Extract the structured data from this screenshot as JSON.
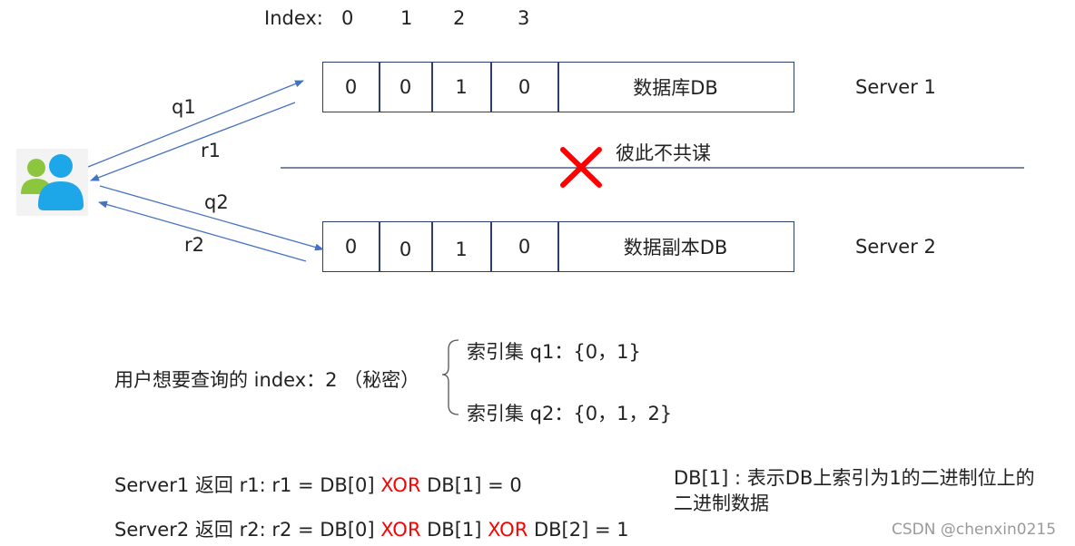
{
  "index_header": {
    "label": "Index:",
    "values": [
      "0",
      "1",
      "2",
      "3"
    ]
  },
  "server1": {
    "cells": [
      "0",
      "0",
      "1",
      "0"
    ],
    "db_label": "数据库DB",
    "name": "Server 1"
  },
  "server2": {
    "cells": [
      "0",
      "0",
      "1",
      "0"
    ],
    "db_label": "数据副本DB",
    "name": "Server 2"
  },
  "queries": {
    "q1": "q1",
    "r1": "r1",
    "q2": "q2",
    "r2": "r2"
  },
  "no_collusion": "彼此不共谋",
  "user_query": "用户想要查询的 index：2 （秘密）",
  "index_sets": {
    "set1": "索引集 q1：{0，1}",
    "set2": "索引集 q2：{0，1，2}"
  },
  "returns": {
    "line1": {
      "prefix": "Server1 返回 r1:   r1 = DB[0] ",
      "xor1": "XOR",
      "middle": "  DB[1] = 0"
    },
    "line2": {
      "prefix": "Server2 返回 r2:   r2 = DB[0] ",
      "xor1": "XOR",
      "middle": "  DB[1] ",
      "xor2": "XOR",
      "suffix": " DB[2] = 1"
    }
  },
  "note": {
    "line1": "DB[1] : 表示DB上索引为1的二进制位上的",
    "line2": "二进制数据"
  },
  "watermark": "CSDN @chenxin0215",
  "colors": {
    "arrow": "#4472c4",
    "box": "#2e3f6e",
    "cross": "#ff0000",
    "xor": "#ff0000",
    "user_green": "#8cc63f",
    "user_blue": "#1ea7e8"
  }
}
